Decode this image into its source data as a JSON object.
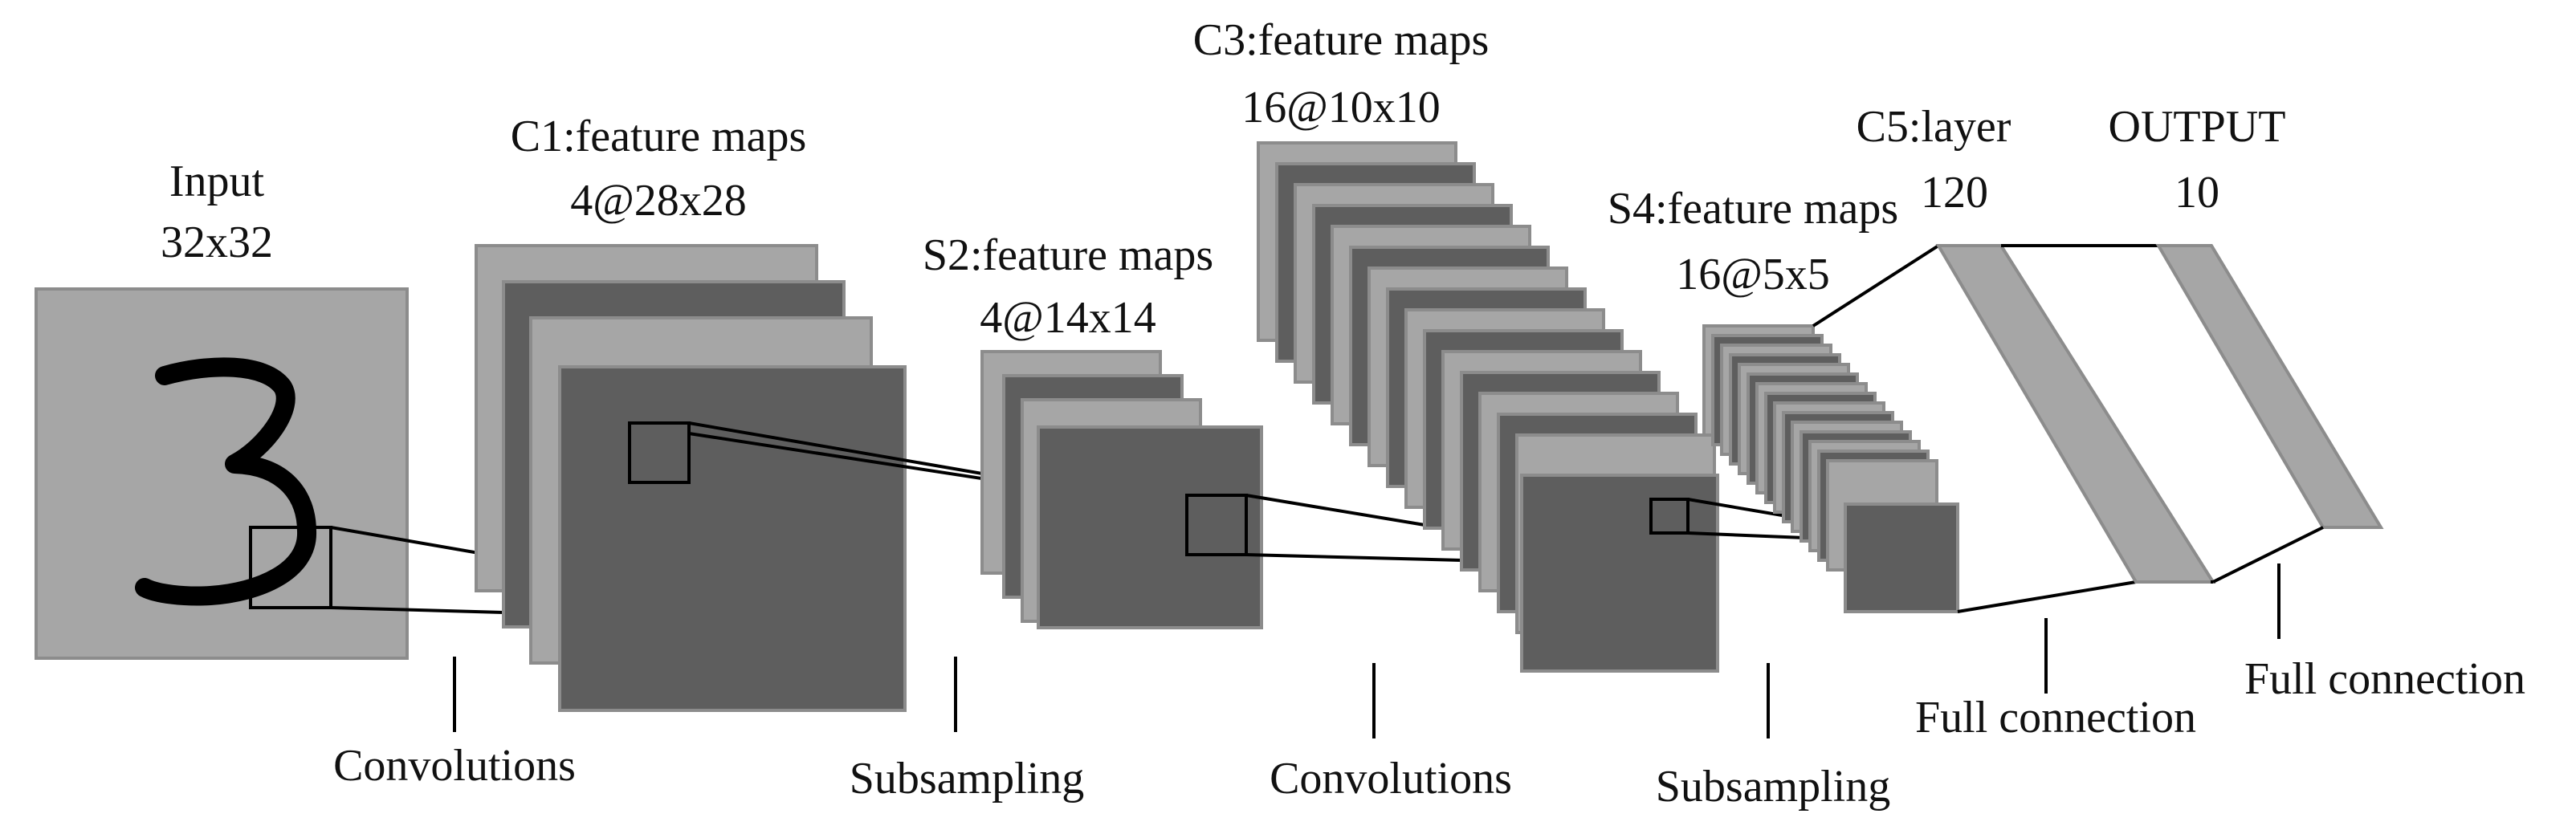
{
  "colors": {
    "map_light": "#a6a6a6",
    "map_dark": "#5e5e5e",
    "map_edge": "#8c8c8c",
    "line": "#000000",
    "background": "#ffffff"
  },
  "input": {
    "title": "Input",
    "size": "32x32",
    "digit": "3"
  },
  "c1": {
    "title": "C1:feature maps",
    "size": "4@28x28"
  },
  "s2": {
    "title": "S2:feature maps",
    "size": "4@14x14"
  },
  "c3": {
    "title": "C3:feature maps",
    "size": "16@10x10"
  },
  "s4": {
    "title": "S4:feature maps",
    "size": "16@5x5"
  },
  "c5": {
    "title": "C5:layer",
    "size": "120"
  },
  "output": {
    "title": "OUTPUT",
    "size": "10"
  },
  "operations": {
    "conv1": "Convolutions",
    "sub1": "Subsampling",
    "conv2": "Convolutions",
    "sub2": "Subsampling",
    "full1": "Full connection",
    "full2": "Full connection"
  }
}
